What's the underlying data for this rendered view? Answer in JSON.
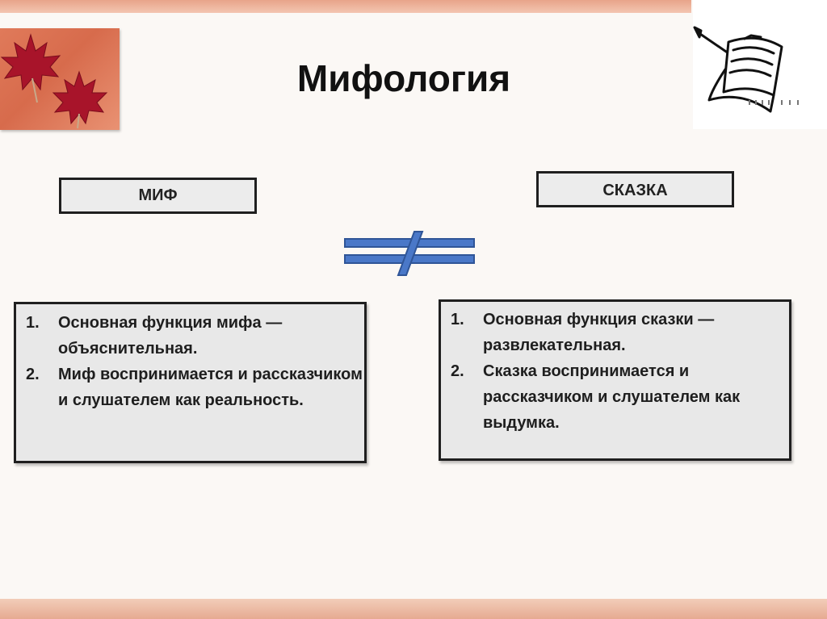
{
  "slide": {
    "title": "Мифология",
    "accent_color": "#e07a5a",
    "left_label": "МИФ",
    "right_label": "СКАЗКА",
    "comparison_symbol": "not-equal-icon",
    "symbol_color": "#4a78c8",
    "left_points": [
      {
        "num": "1.",
        "text": "Основная функция мифа — объяснительная."
      },
      {
        "num": "2.",
        "text": "Миф воспринимается и рассказчиком и слушателем как реальность."
      }
    ],
    "right_points": [
      {
        "num": "1.",
        "text": "Основная функция сказки — развлекательная."
      },
      {
        "num": "2.",
        "text": "Сказка воспринимается и рассказчиком и слушателем как выдумка."
      }
    ]
  }
}
